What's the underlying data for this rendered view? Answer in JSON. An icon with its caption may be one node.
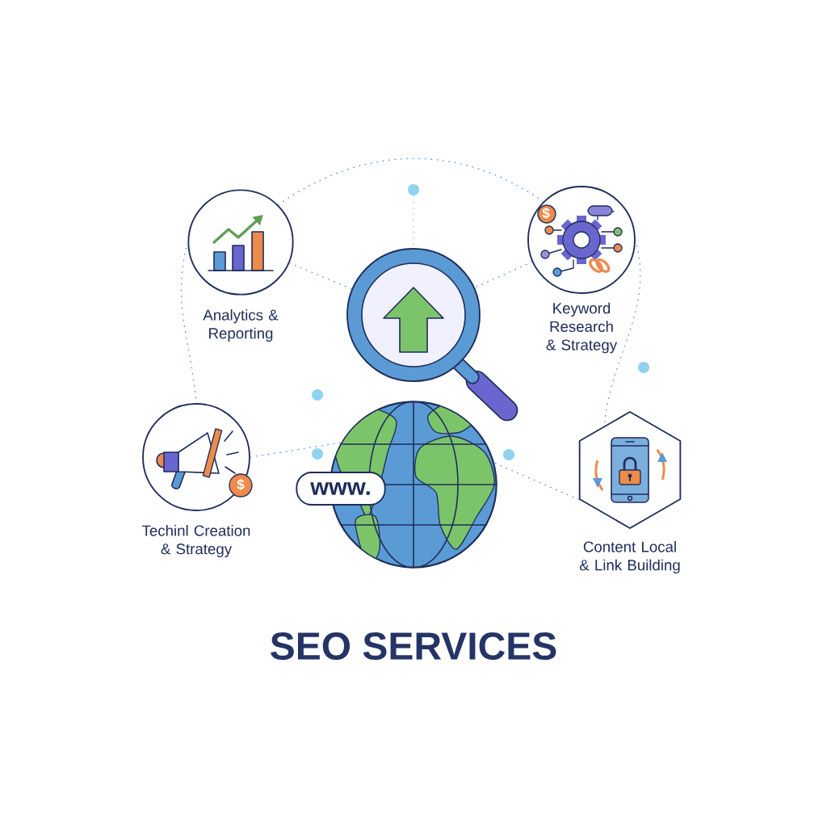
{
  "diagram": {
    "title": "SEO SERVICES",
    "nodes": [
      {
        "text": [
          "Analytics & Reporting"
        ]
      },
      {
        "text": [
          "Keyword Research & Strategy"
        ]
      },
      {
        "text": [
          "Techinl Creation & Strategy"
        ]
      },
      {
        "text": [
          "Content Local & Link Building"
        ]
      },
      {
        "text": [],
        "shape": "picture"
      },
      {
        "text": [],
        "shape": "picture"
      },
      {
        "text": [
          "www."
        ]
      }
    ],
    "edges": [
      {
        "from": 0,
        "to": 1,
        "arrow": "none"
      },
      {
        "from": 0,
        "to": 4,
        "arrow": "none"
      },
      {
        "from": 1,
        "to": 4,
        "arrow": "none"
      },
      {
        "from": 0,
        "to": 2,
        "arrow": "none"
      },
      {
        "from": 1,
        "to": 3,
        "arrow": "none"
      },
      {
        "from": 2,
        "to": 5,
        "arrow": "none"
      },
      {
        "from": 3,
        "to": 5,
        "arrow": "none"
      }
    ],
    "labels": [
      "$",
      "$"
    ]
  }
}
